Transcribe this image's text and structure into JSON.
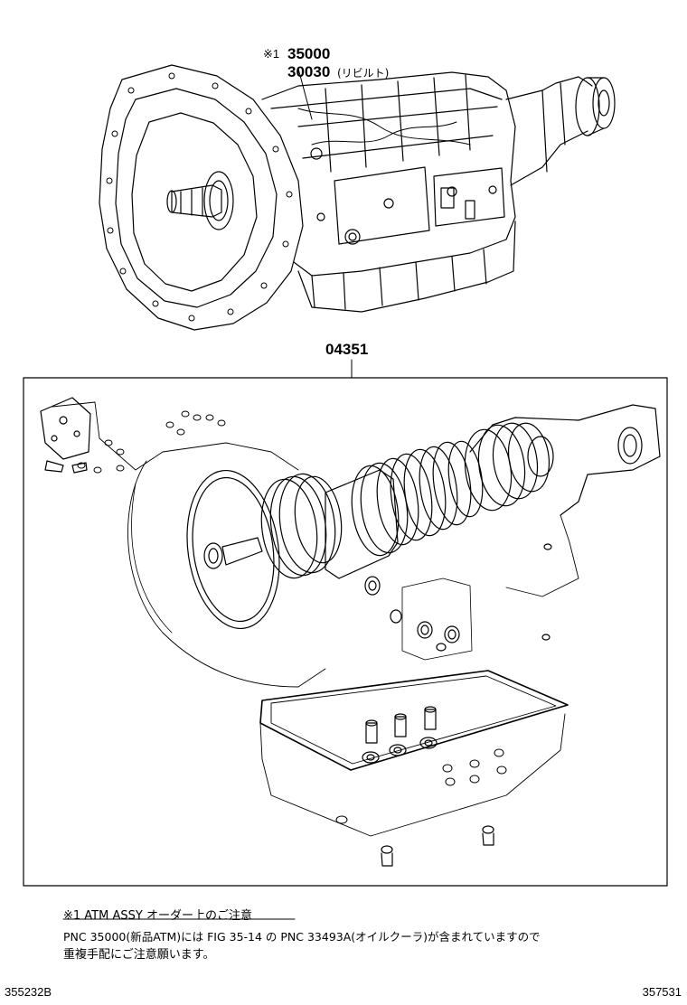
{
  "callouts": {
    "mark": "※1",
    "pnc_new": "35000",
    "pnc_rebuilt": "30030",
    "rebuilt_note": "(リビルト)",
    "kit": "04351"
  },
  "note": {
    "heading": "※1 ATM ASSY オーダー上のご注意",
    "line1": "PNC 35000(新品ATM)には FIG 35-14 の PNC 33493A(オイルクーラ)が含まれていますので",
    "line2": "重複手配にご注意願います。"
  },
  "footer": {
    "left_code": "355232B",
    "right_code": "357531"
  }
}
